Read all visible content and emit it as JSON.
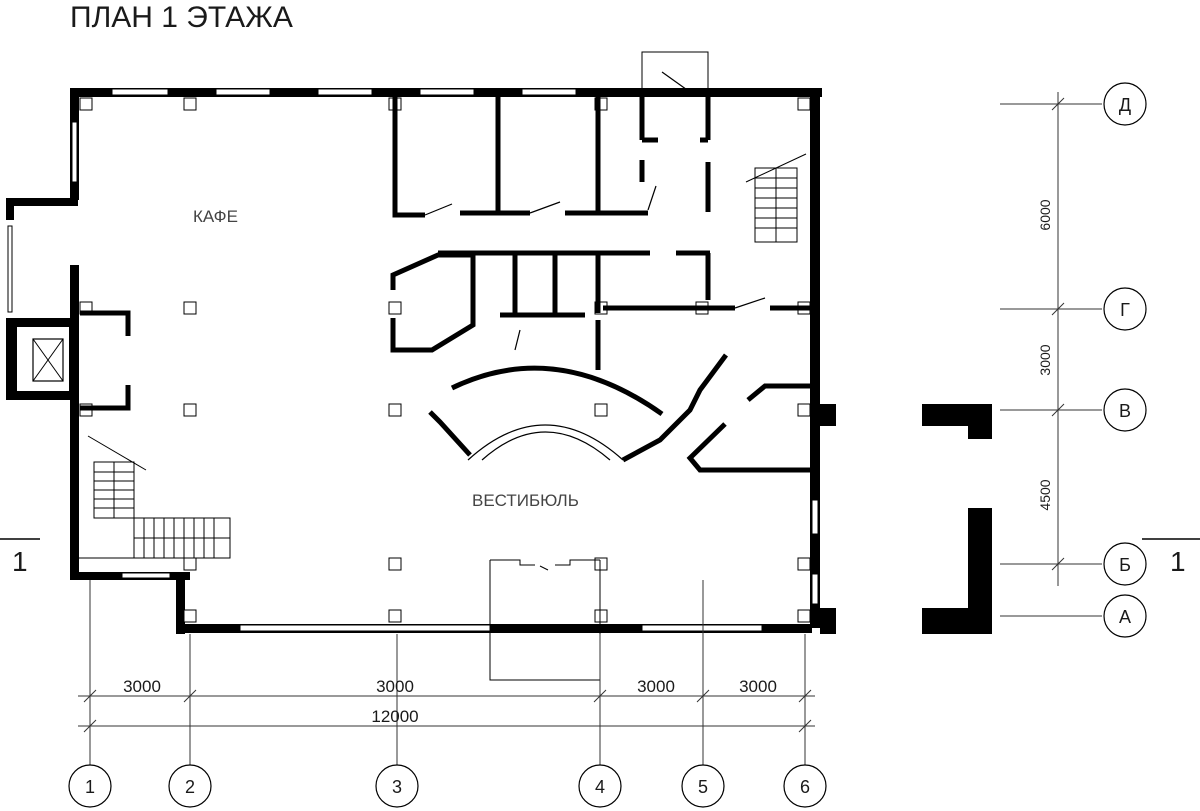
{
  "title": "ПЛАН 1  ЭТАЖА",
  "rooms": {
    "cafe": "КАФЕ",
    "lobby": "ВЕСТИБЮЛЬ"
  },
  "section_mark": "1",
  "axes": {
    "columns": [
      "1",
      "2",
      "3",
      "4",
      "5",
      "6"
    ],
    "rows": [
      "Д",
      "Г",
      "В",
      "Б",
      "А"
    ]
  },
  "dimensions": {
    "horizontal": [
      "3000",
      "3000",
      "3000",
      "3000"
    ],
    "total": "12000",
    "vertical": [
      "6000",
      "3000",
      "4500"
    ]
  },
  "colors": {
    "wall": "#000000",
    "line": "#333333",
    "background": "#ffffff"
  }
}
